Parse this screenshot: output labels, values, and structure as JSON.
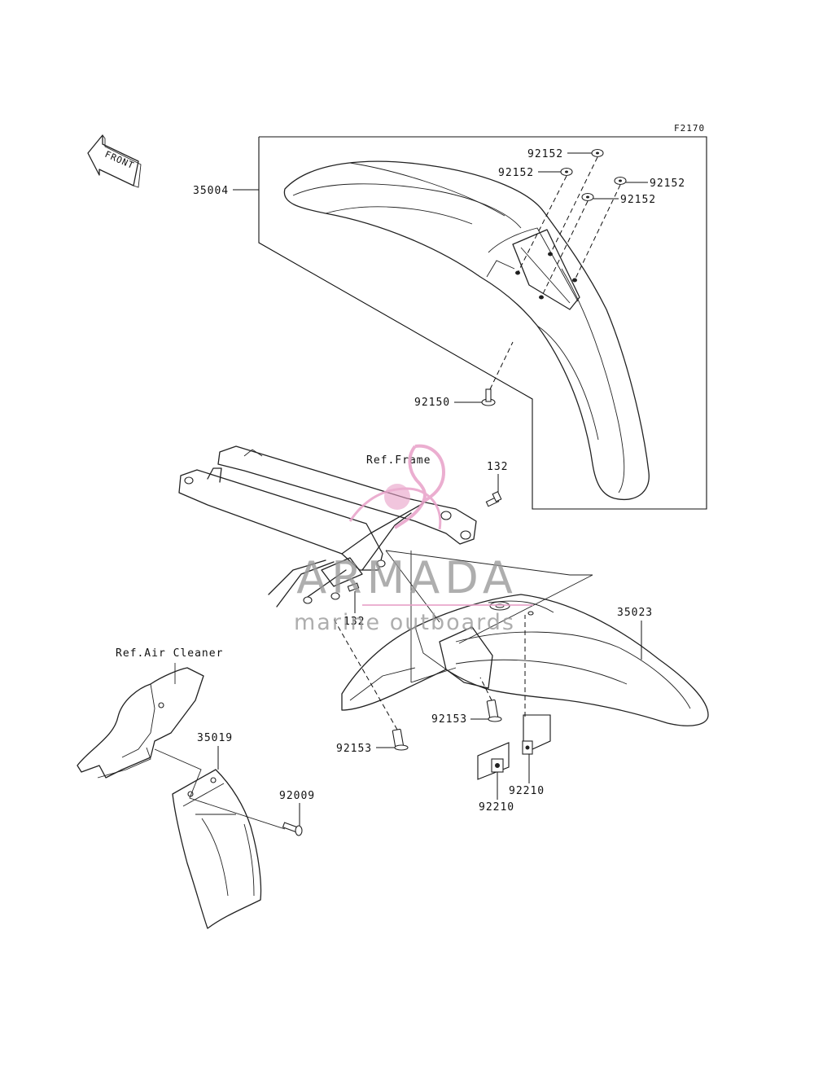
{
  "diagram_code": "F2170",
  "front_arrow": {
    "label": "FRONT"
  },
  "watermark": {
    "brand": "ARMADA",
    "tagline": "marine outboards",
    "accent_color": "#e8a0c8",
    "text_color": "#9a9a9a"
  },
  "references": {
    "frame": "Ref.Frame",
    "air_cleaner": "Ref.Air Cleaner"
  },
  "parts": {
    "front_fender": "35004",
    "washer_1": "92152",
    "washer_2": "92152",
    "washer_3": "92152",
    "washer_4": "92152",
    "front_bolt": "92150",
    "bolt_132_upper": "132",
    "bolt_132_lower": "132",
    "rear_fender": "35023",
    "rear_bolt_right": "92153",
    "rear_bolt_left": "92153",
    "mud_flap": "35019",
    "flap_screw": "92009",
    "nut_right": "92210",
    "nut_left": "92210"
  }
}
